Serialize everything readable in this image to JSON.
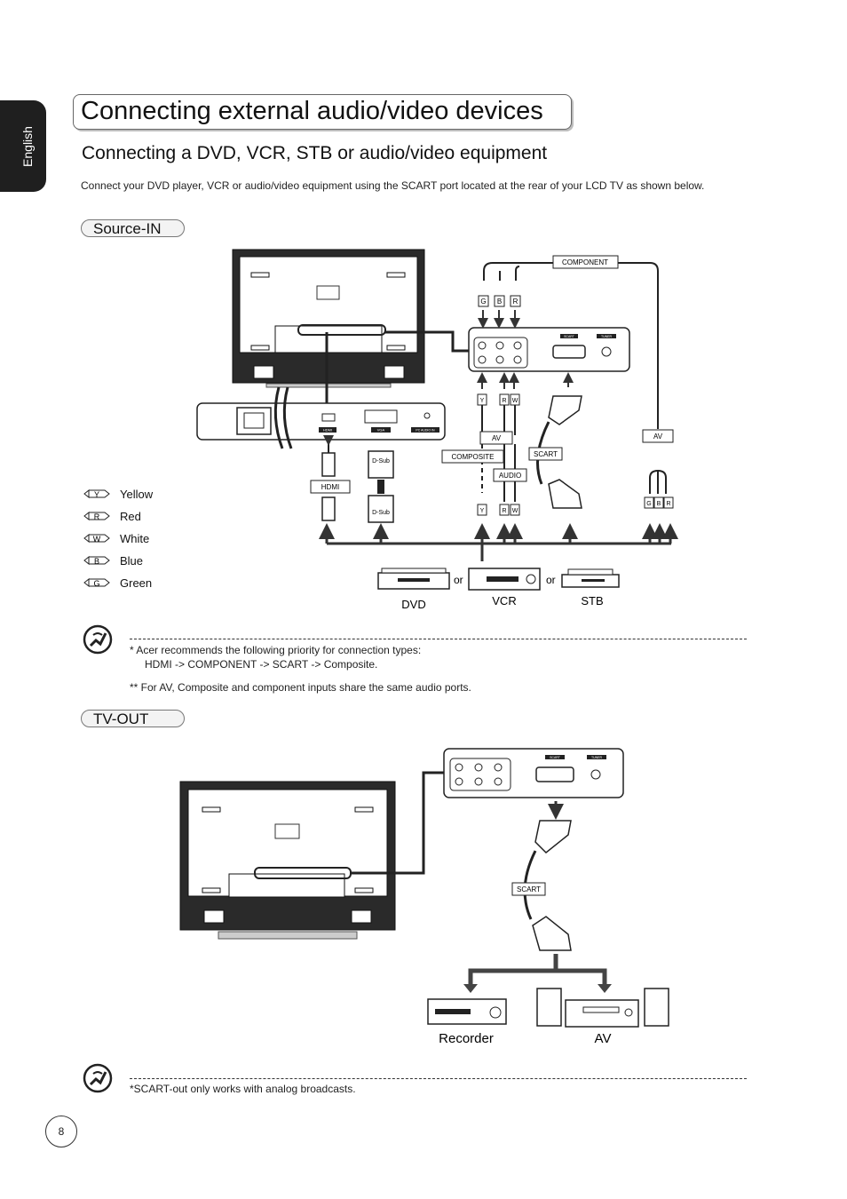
{
  "side_tab": {
    "language": "English"
  },
  "header": {
    "title": "Connecting external audio/video devices",
    "subtitle": "Connecting a DVD, VCR, STB or audio/video equipment"
  },
  "intro_text": "Connect your DVD player, VCR or audio/video equipment using the SCART port located at the rear of your LCD TV as shown below.",
  "source_in": {
    "heading": "Source-IN",
    "legend": [
      {
        "code": "Y",
        "label": "Yellow",
        "color": "#e8c100"
      },
      {
        "code": "R",
        "label": "Red",
        "color": "#d02020"
      },
      {
        "code": "W",
        "label": "White",
        "color": "#ffffff"
      },
      {
        "code": "B",
        "label": "Blue",
        "color": "#2050c0"
      },
      {
        "code": "G",
        "label": "Green",
        "color": "#20a040"
      }
    ],
    "diagram_labels": {
      "component": "COMPONENT",
      "composite": "COMPOSITE",
      "audio": "AUDIO",
      "av": "AV",
      "av_right": "AV",
      "scart": "SCART",
      "hdmi": "HDMI",
      "dsub_top": "D-Sub",
      "dsub_bottom": "D-Sub",
      "or_1": "or",
      "or_2": "or",
      "panel_hdmi": "HDMI",
      "panel_vga": "VGA",
      "panel_pc_audio": "PC AUDIO IN",
      "panel_scart": "SCART",
      "panel_tuner": "TUNER",
      "plug_y": "Y",
      "plug_r": "R",
      "plug_w": "W",
      "plug_g": "G",
      "plug_b": "B",
      "plug_r2": "R"
    },
    "devices": [
      "DVD",
      "VCR",
      "STB"
    ]
  },
  "note_1": {
    "line_1": "*   Acer recommends the following priority for connection types:",
    "line_2": "HDMI -> COMPONENT -> SCART ->  Composite.",
    "line_3": "** For AV, Composite and component inputs share the same audio ports."
  },
  "tv_out": {
    "heading": "TV-OUT",
    "diagram_labels": {
      "scart": "SCART",
      "panel_scart": "SCART",
      "panel_tuner": "TUNER"
    },
    "devices": [
      "Recorder",
      "AV"
    ]
  },
  "note_2": {
    "text": "*SCART-out only works with analog broadcasts."
  },
  "page_number": "8"
}
